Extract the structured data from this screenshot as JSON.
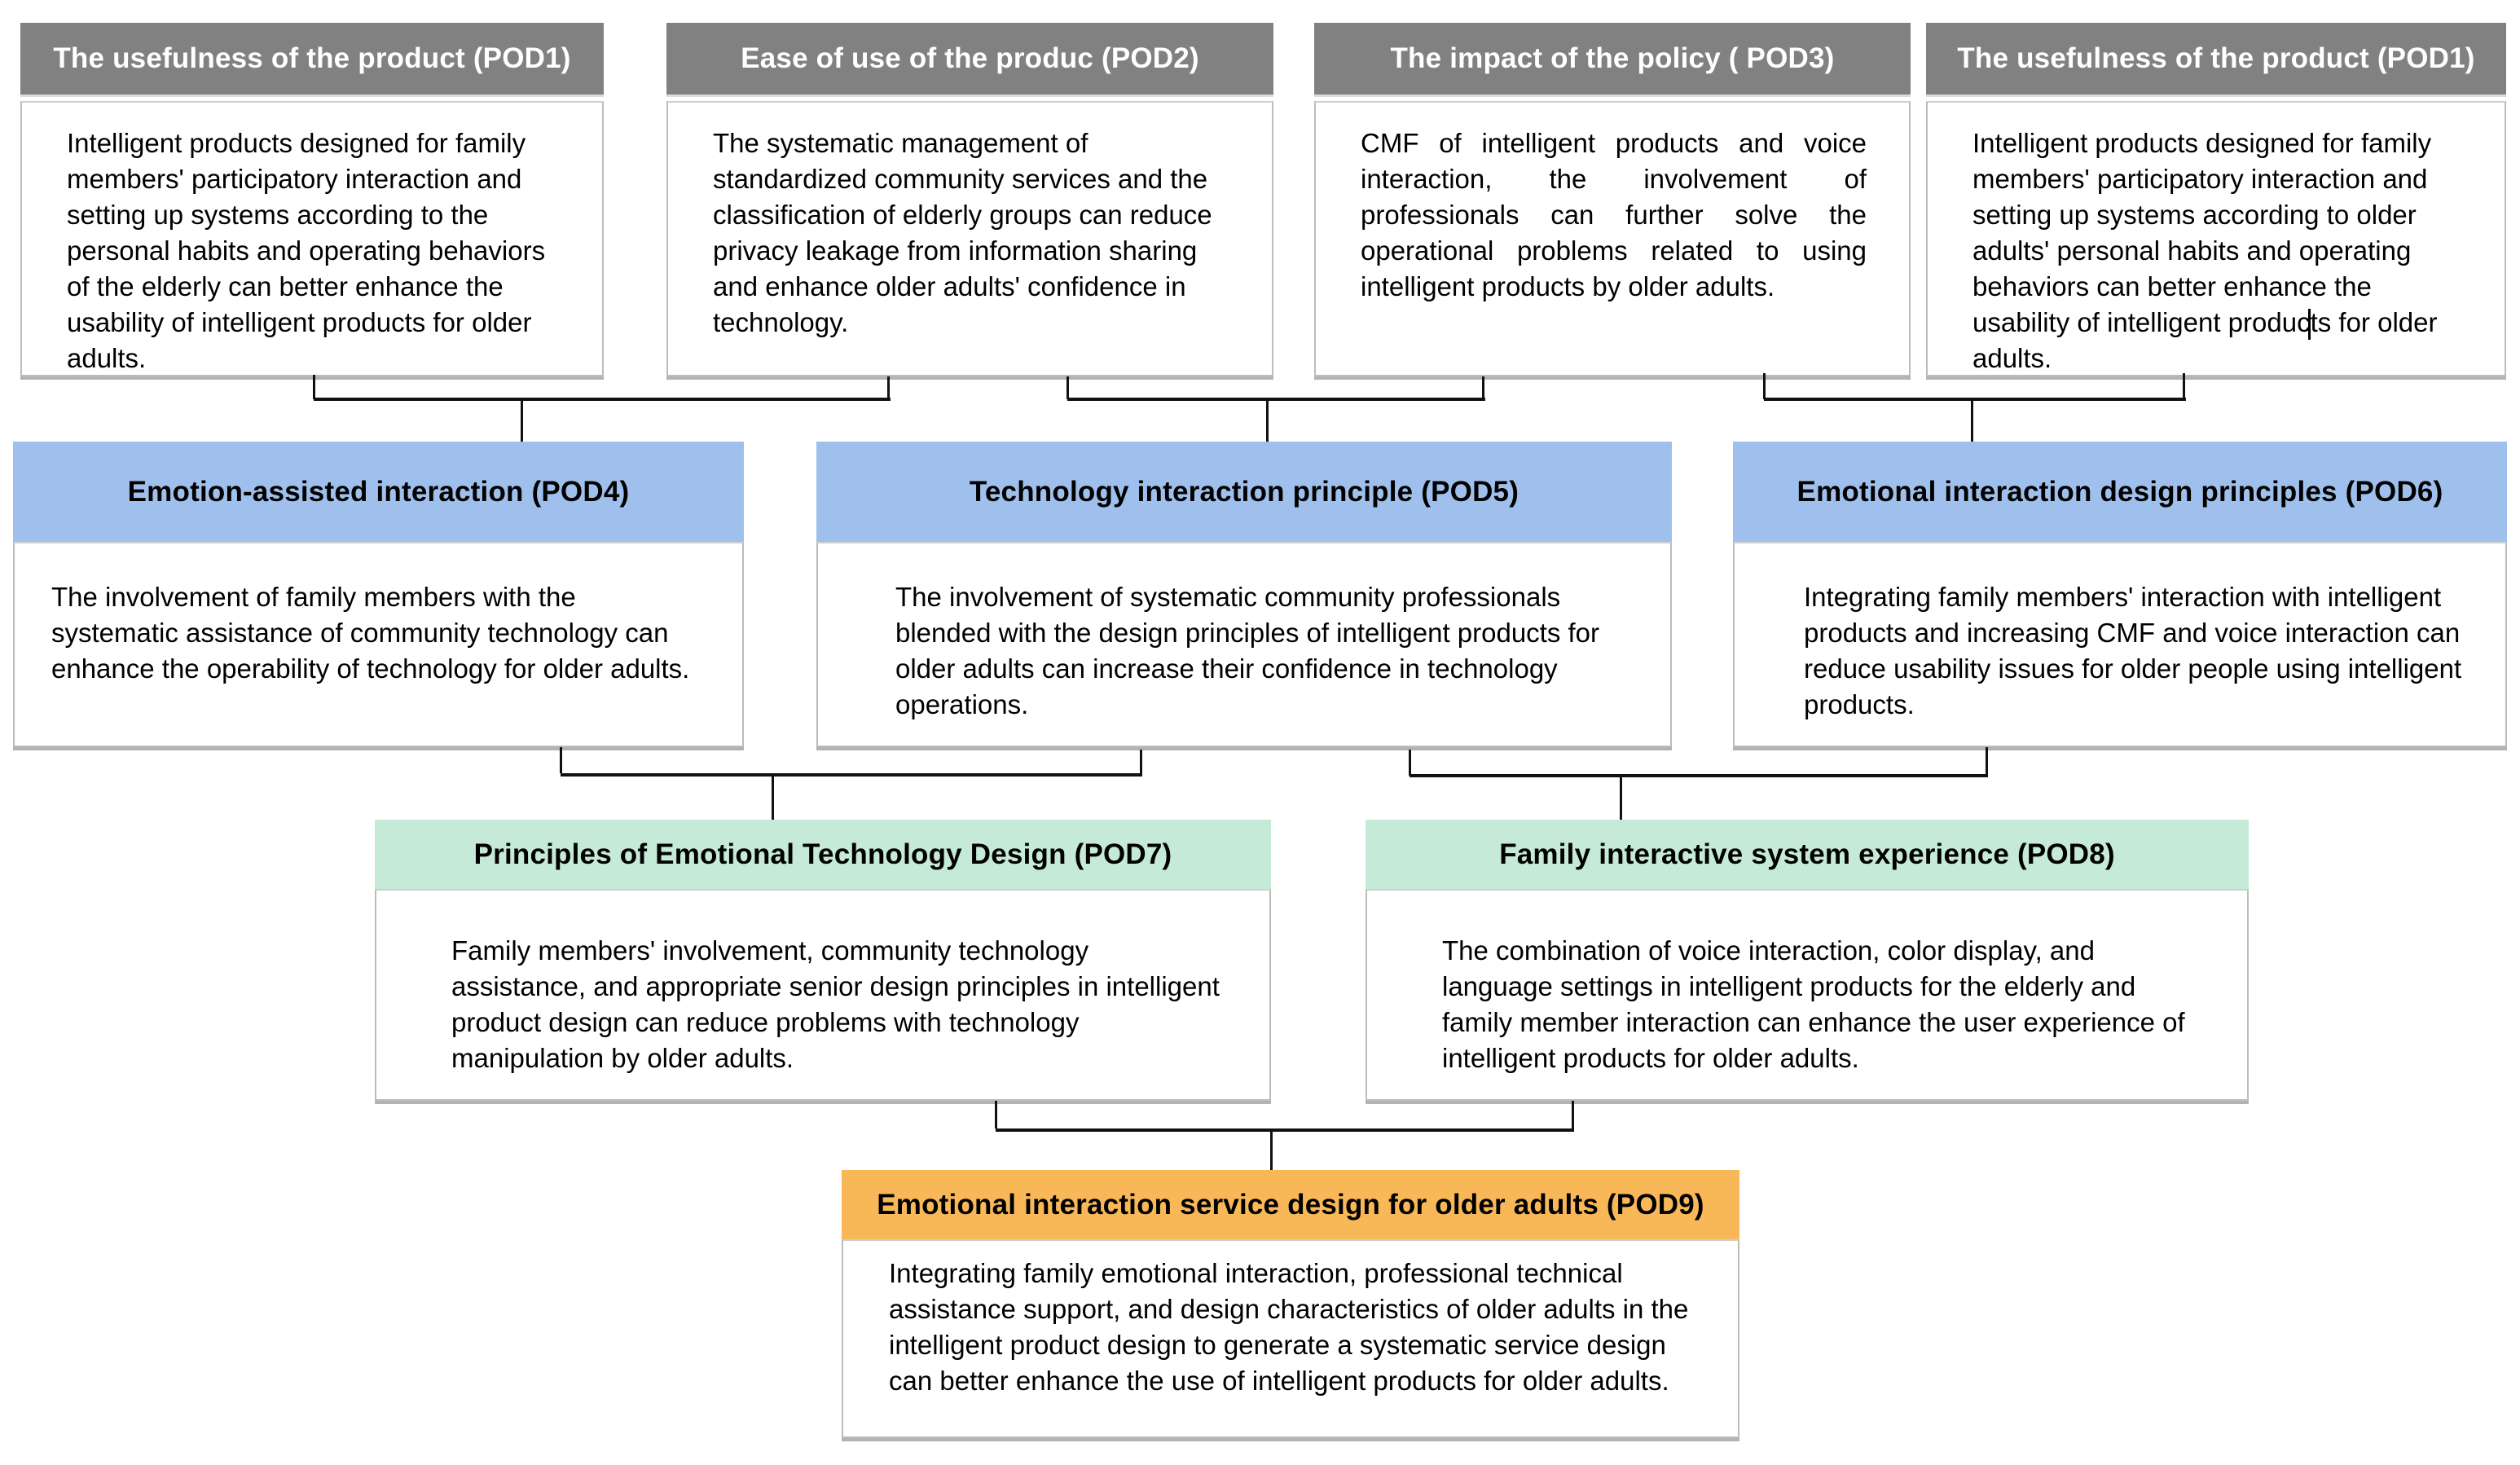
{
  "diagram_title": "Emotional interaction service design concept map (POD1-POD9)",
  "colors": {
    "background": "#ffffff",
    "level1_header_bg": "#818181",
    "level1_header_text": "#ffffff",
    "level2_header_bg": "#9FC0EC",
    "level3_header_bg": "#C6EAD8",
    "level4_header_bg": "#F9B858",
    "header_text_dark": "#000000",
    "body_bg": "#ffffff",
    "body_border": "#bcbcbc",
    "connector": "#111111"
  },
  "nodes": [
    {
      "id": "POD1-left",
      "title": "The usefulness of the product (POD1)",
      "body": "Intelligent products designed for family members' participatory interaction and setting up systems according to the personal habits and operating behaviors of the elderly can better enhance the usability of intelligent products for older adults."
    },
    {
      "id": "POD2",
      "title": "Ease of use of the produc (POD2)",
      "body": "The systematic management of standardized community services and the classification of elderly groups can reduce privacy leakage from information sharing and enhance older adults' confidence in technology."
    },
    {
      "id": "POD3",
      "title": "The impact of the policy ( POD3)",
      "body": "CMF of intelligent products and voice interaction, the involvement of professionals can further solve the operational problems related to using intelligent products by older adults."
    },
    {
      "id": "POD1-right",
      "title": "The usefulness of the product (POD1)",
      "body": "Intelligent products designed for family members' participatory interaction and setting up systems according to older adults' personal habits and operating behaviors can better enhance the usability of intelligent products for older adults."
    },
    {
      "id": "POD4",
      "title": "Emotion-assisted interaction (POD4)",
      "body": "The involvement of family members with the systematic assistance of community technology can enhance the operability of technology for older adults."
    },
    {
      "id": "POD5",
      "title": "Technology interaction principle (POD5)",
      "body": "The involvement of systematic community professionals blended with the design principles of intelligent products for older adults can increase their confidence in technology operations."
    },
    {
      "id": "POD6",
      "title": "Emotional interaction design principles (POD6)",
      "body": "Integrating family members' interaction with intelligent products and increasing CMF and voice interaction can reduce usability issues for older people using intelligent products."
    },
    {
      "id": "POD7",
      "title": "Principles of Emotional Technology Design (POD7)",
      "body": "Family members' involvement, community technology assistance, and appropriate senior design principles in intelligent product design can reduce problems with technology manipulation by older adults."
    },
    {
      "id": "POD8",
      "title": "Family interactive system experience (POD8)",
      "body": "The combination of voice interaction, color display, and language settings in intelligent products for the elderly and family member interaction can enhance the user experience of intelligent products for older adults."
    },
    {
      "id": "POD9",
      "title": "Emotional interaction service design for older adults (POD9)",
      "body": "Integrating family emotional interaction, professional technical assistance support, and design characteristics of older adults in the intelligent product design to generate a systematic service design can better enhance the use of intelligent products for older adults."
    }
  ]
}
